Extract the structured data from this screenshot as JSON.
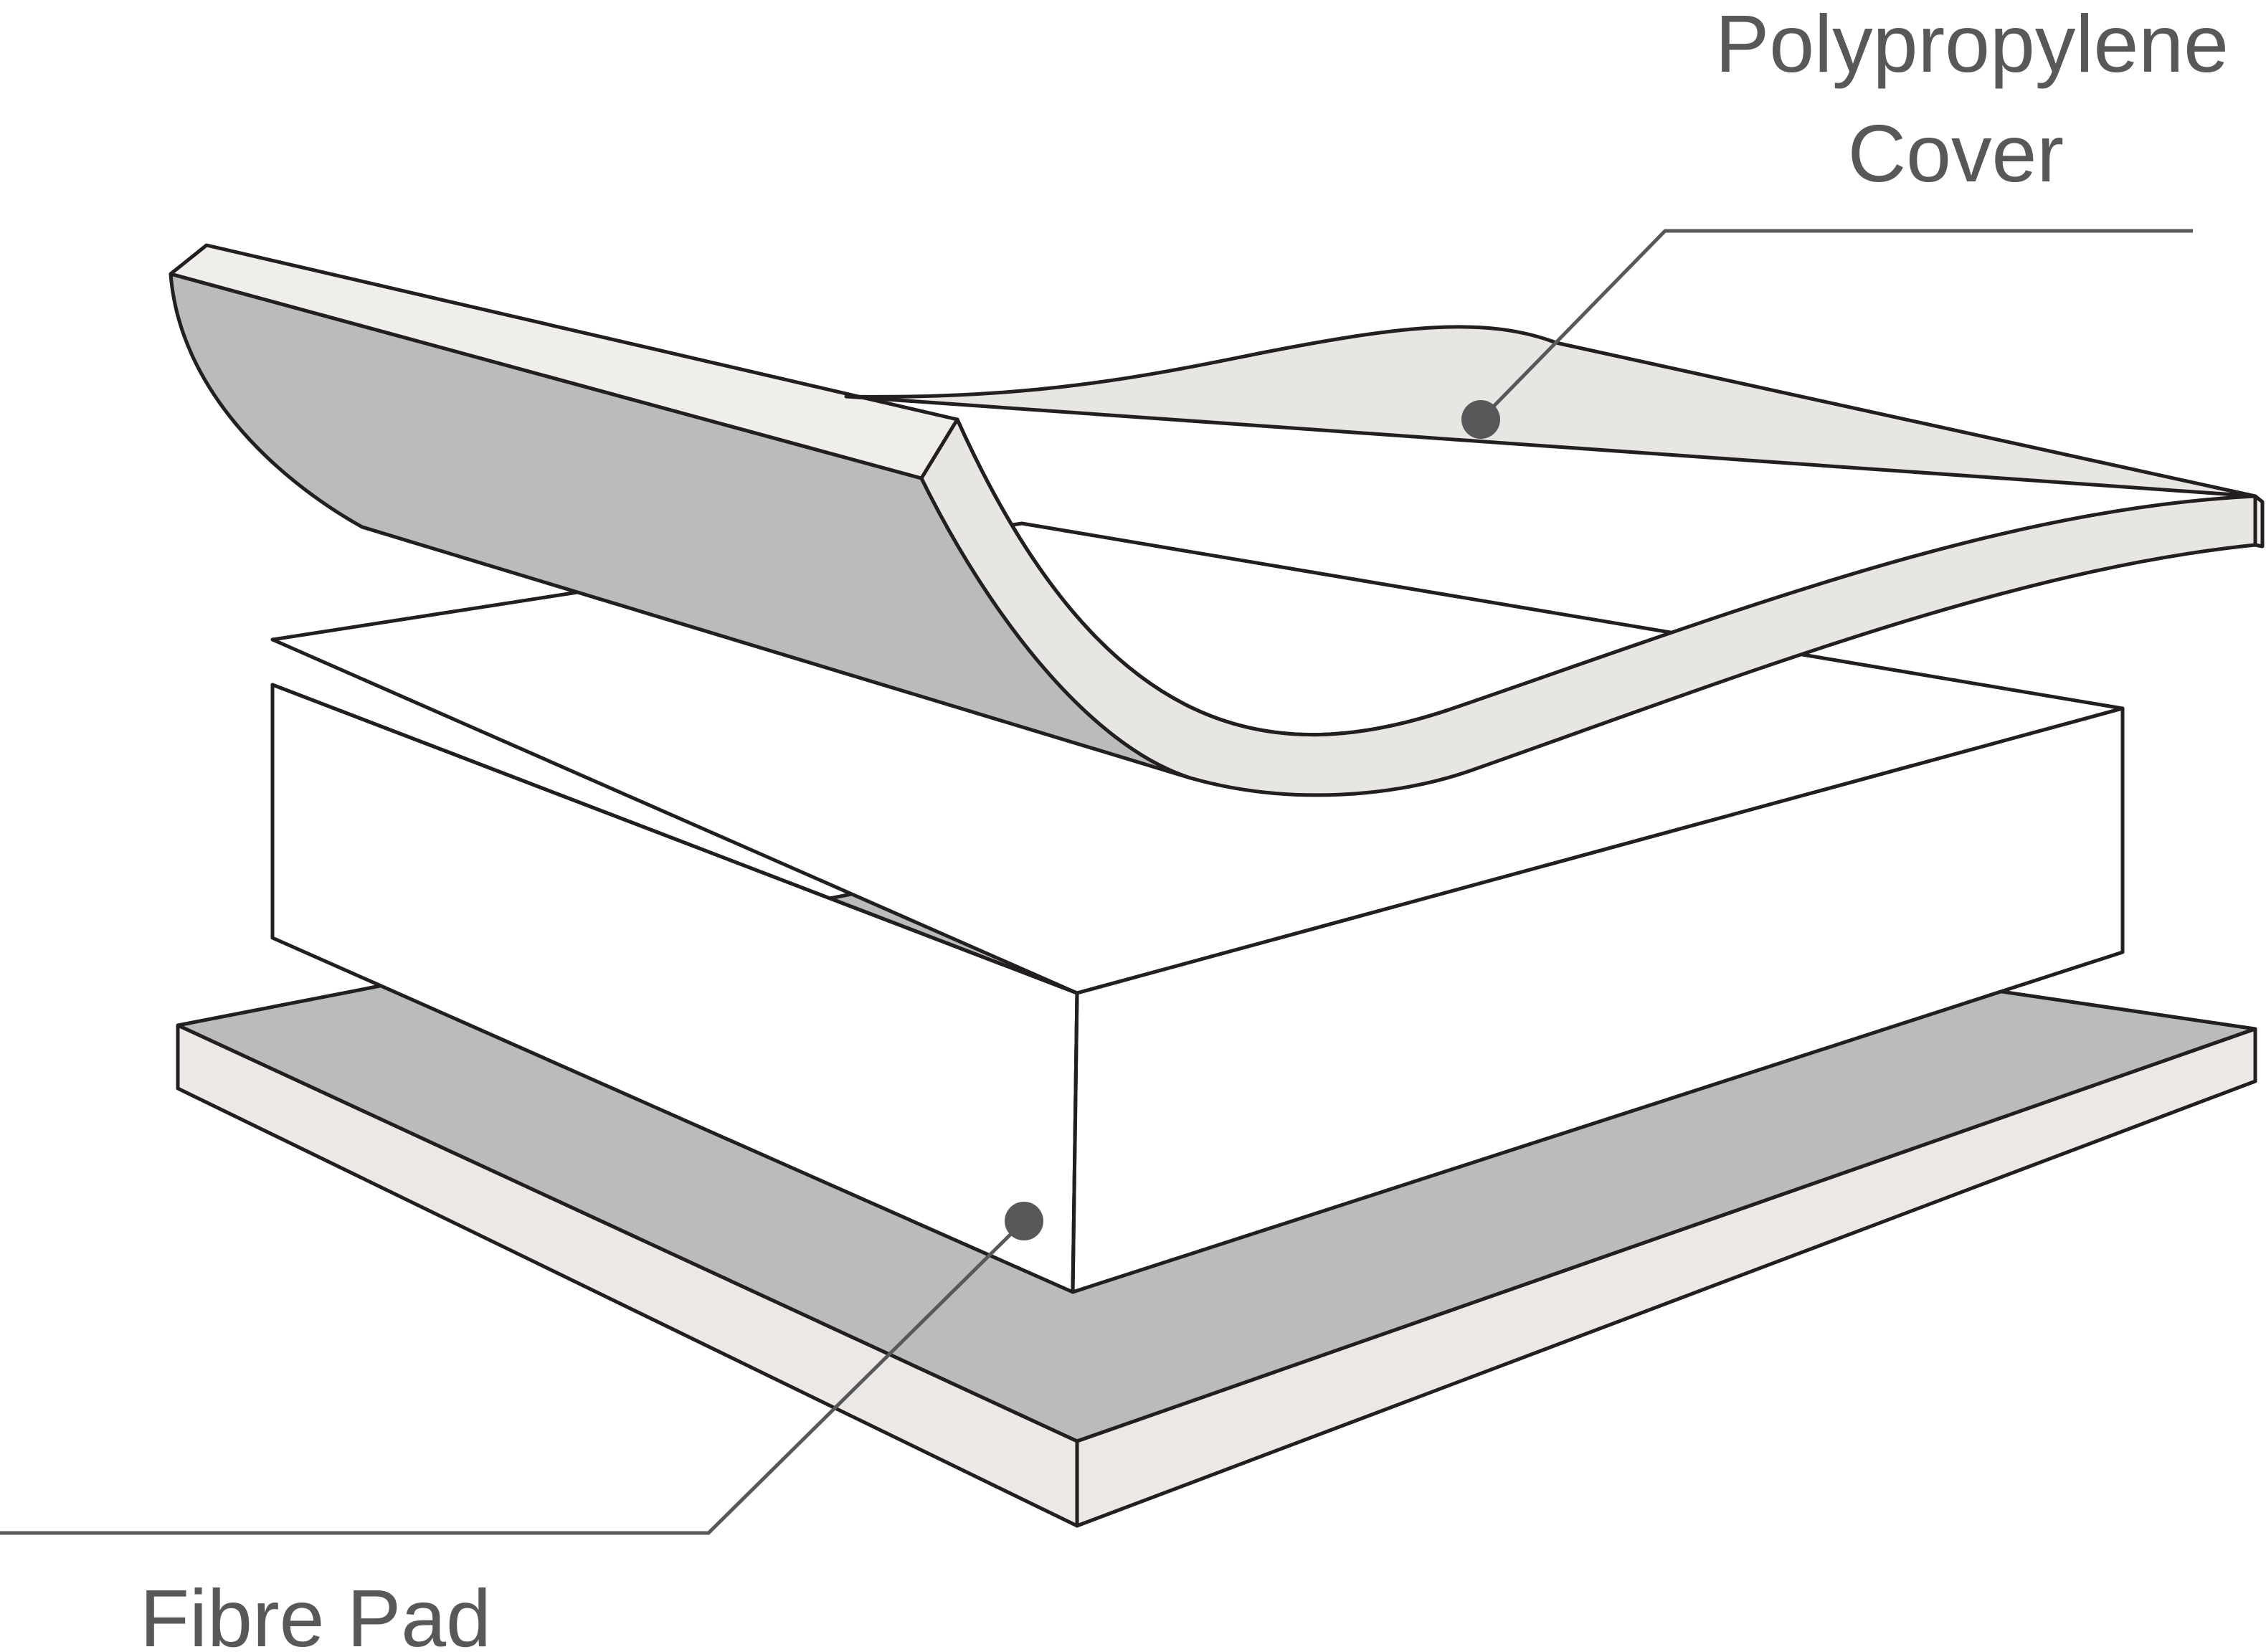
{
  "labels": {
    "cover_line1": "Polypropylene",
    "cover_line2": "Cover",
    "pad": "Fibre Pad"
  },
  "colors": {
    "outline": "#231f20",
    "leader": "#58585a",
    "cover_top": "#e8e6e3",
    "cover_edge": "#efeeeb",
    "cover_under": "#b9bbbd",
    "foam_face": "#ffffff",
    "pad_top": "#b9bbbd",
    "pad_edge": "#ebe8e5"
  },
  "icons": {
    "cover_marker": "marker-dot-icon",
    "pad_marker": "marker-dot-icon"
  }
}
